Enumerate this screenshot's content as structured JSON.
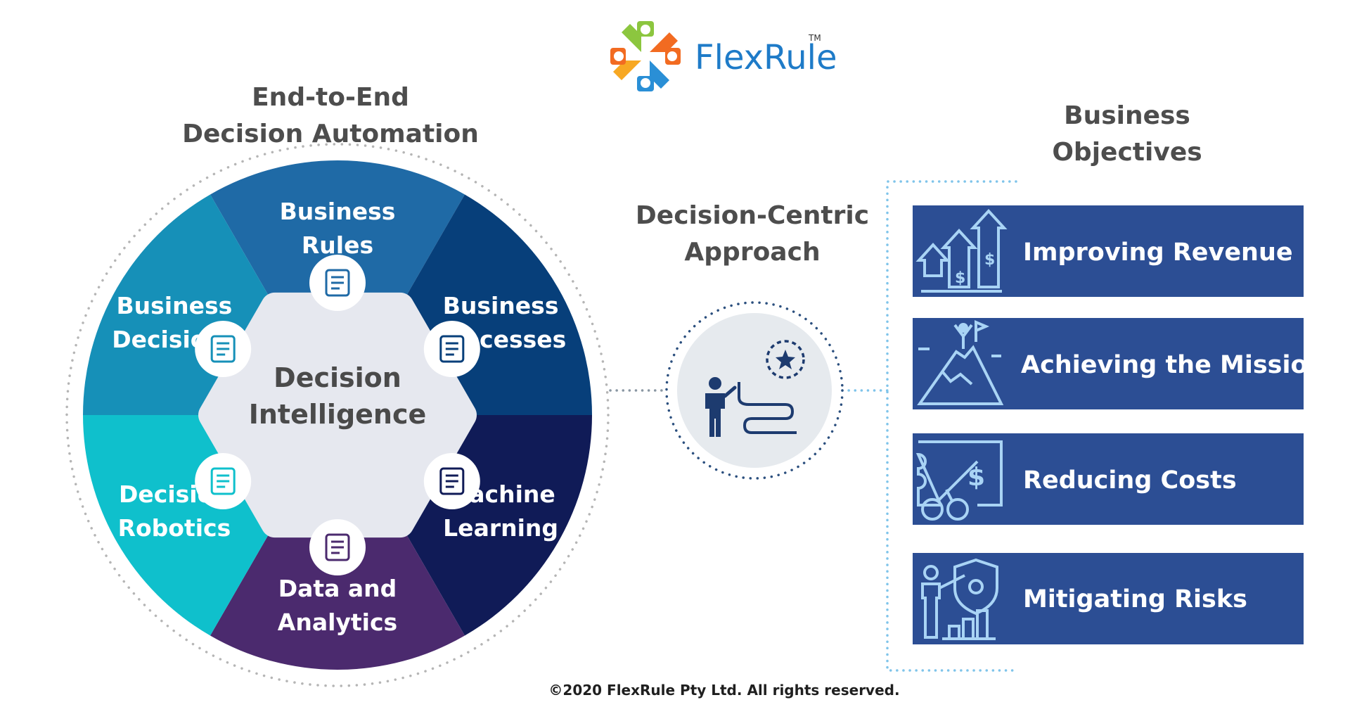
{
  "brand": {
    "name": "FlexRule",
    "trademark": "TM",
    "colors": {
      "orange": "#f26b21",
      "blue": "#2a8fd6",
      "green": "#8cc63f",
      "teal": "#00a9b5",
      "text_blue": "#1e7bc8"
    }
  },
  "wheel": {
    "heading_line1": "End-to-End",
    "heading_line2": "Decision Automation",
    "center_line1": "Decision",
    "center_line2": "Intelligence",
    "segments": [
      {
        "line1": "Business",
        "line2": "Rules",
        "color": "#1f6aa6",
        "icon": "scroll-document-icon"
      },
      {
        "line1": "Business",
        "line2": "Processes",
        "color": "#073f7a",
        "icon": "process-flowchart-icon"
      },
      {
        "line1": "Machine",
        "line2": "Learning",
        "color": "#101b57",
        "icon": "ai-head-icon"
      },
      {
        "line1": "Data and",
        "line2": "Analytics",
        "color": "#4b2a6e",
        "icon": "analytics-magnifier-icon"
      },
      {
        "line1": "Decision",
        "line2": "Robotics",
        "color": "#0fc0cc",
        "icon": "robot-arrows-icon"
      },
      {
        "line1": "Business",
        "line2": "Decisions",
        "color": "#1690b8",
        "icon": "alarm-light-icon"
      }
    ]
  },
  "approach": {
    "line1": "Decision-Centric",
    "line2": "Approach",
    "icon": "person-path-target-icon"
  },
  "objectives": {
    "heading_line1": "Business",
    "heading_line2": "Objectives",
    "box_color": "#2c4e94",
    "icon_color": "#a9d4f5",
    "items": [
      {
        "label": "Improving Revenue",
        "icon": "revenue-arrows-icon"
      },
      {
        "label": "Achieving the Mission",
        "icon": "mountain-summit-icon"
      },
      {
        "label": "Reducing Costs",
        "icon": "scissors-coupon-icon"
      },
      {
        "label": "Mitigating Risks",
        "icon": "risk-shield-icon"
      }
    ]
  },
  "footer": {
    "copyright": "©2020 FlexRule Pty Ltd. All rights reserved."
  }
}
